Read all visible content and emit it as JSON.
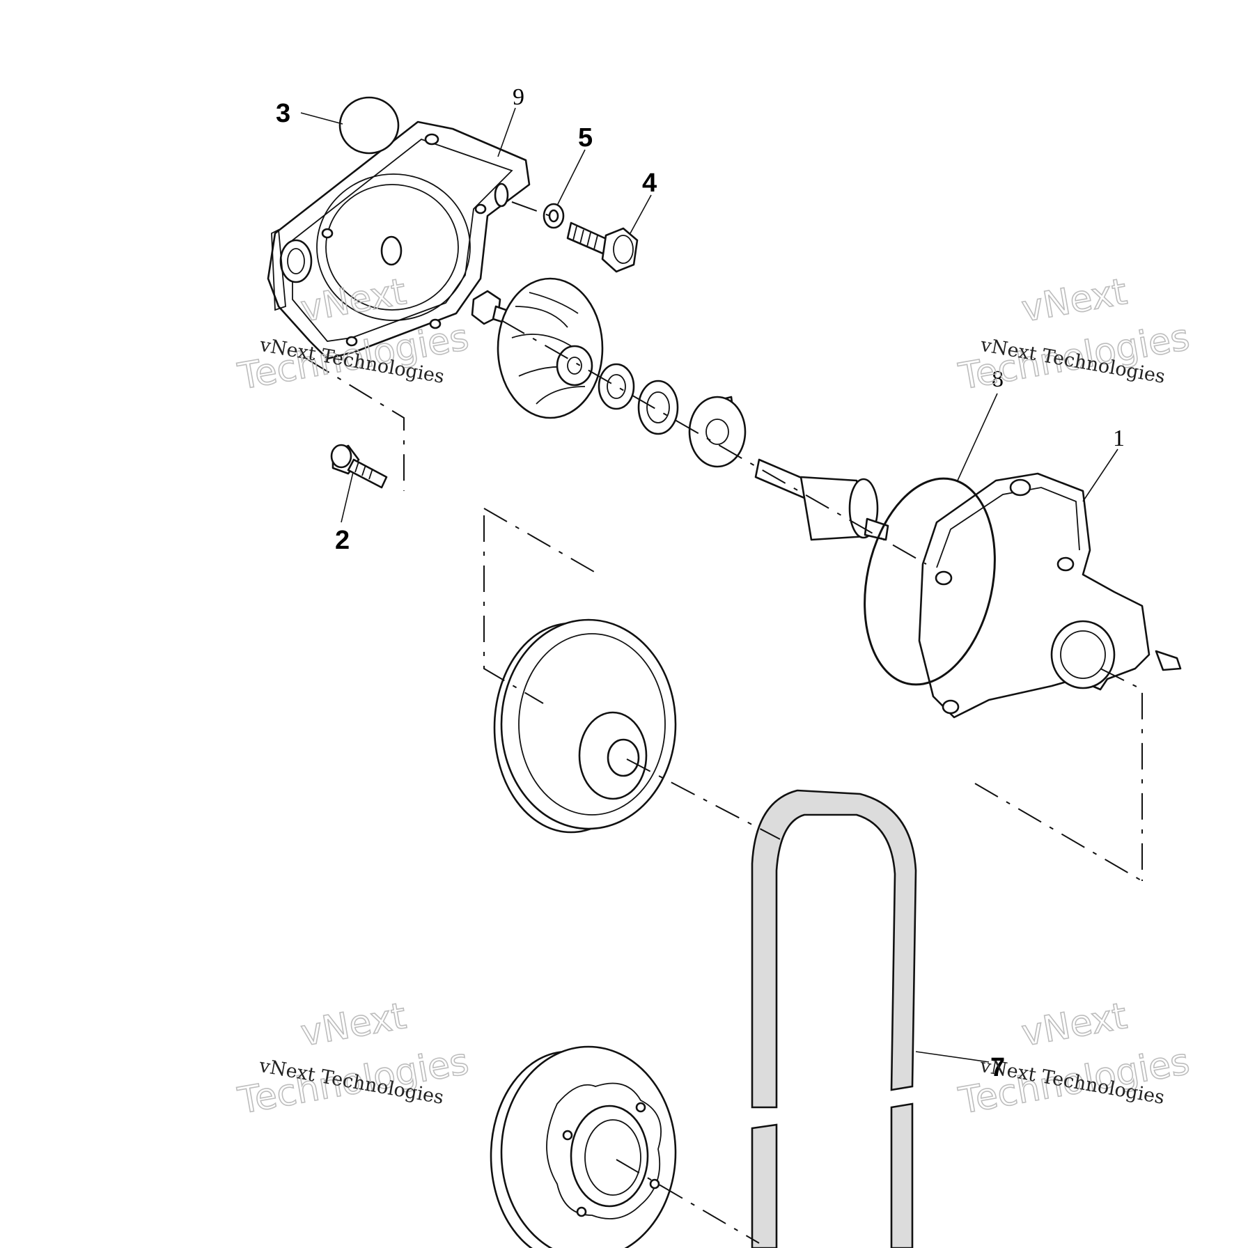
{
  "callouts": {
    "c1": "1",
    "c2": "2",
    "c3": "3",
    "c4": "4",
    "c5": "5",
    "c7": "7",
    "c8": "8",
    "c9": "9"
  },
  "watermark": {
    "line_small": "vNext Technologies",
    "line_big_1": "vNext",
    "line_big_2": "Technologies"
  },
  "colors": {
    "ink": "#111111",
    "belt_fill": "#dcdcdc",
    "watermark_outline": "#bdbdbd"
  }
}
